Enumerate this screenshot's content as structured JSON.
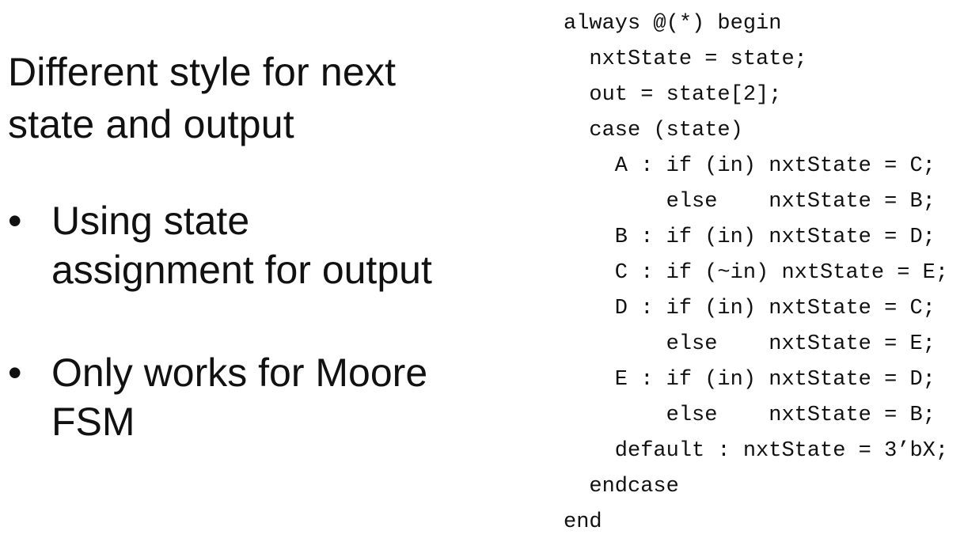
{
  "slide": {
    "heading_line1": "Different style for next",
    "heading_line2": "state and output",
    "bullets": [
      {
        "marker": "•",
        "line1": "Using state",
        "line2": "assignment for output"
      },
      {
        "marker": "•",
        "line1": "Only works for Moore",
        "line2": "FSM"
      }
    ],
    "code_lines": [
      "always @(*) begin",
      "  nxtState = state;",
      "  out = state[2];",
      "  case (state)",
      "    A : if (in) nxtState = C;",
      "        else    nxtState = B;",
      "    B : if (in) nxtState = D;",
      "    C : if (~in) nxtState = E;",
      "    D : if (in) nxtState = C;",
      "        else    nxtState = E;",
      "    E : if (in) nxtState = D;",
      "        else    nxtState = B;",
      "    default : nxtState = 3’bX;",
      "  endcase",
      "end"
    ]
  }
}
